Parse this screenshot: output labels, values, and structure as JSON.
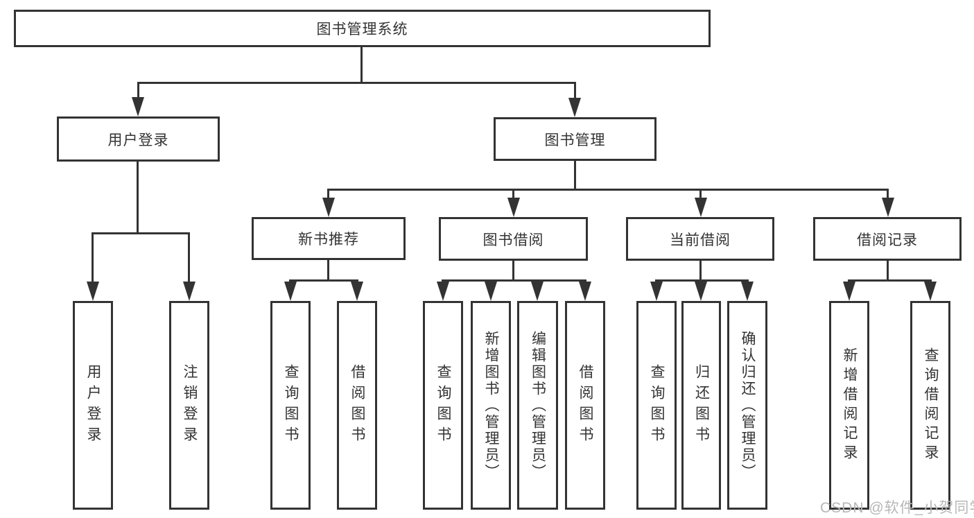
{
  "diagram": {
    "type": "hierarchy",
    "tree": {
      "label": "图书管理系统",
      "children": [
        {
          "label": "用户登录",
          "children": [
            {
              "label": "用户登录"
            },
            {
              "label": "注销登录"
            }
          ]
        },
        {
          "label": "图书管理",
          "children": [
            {
              "label": "新书推荐",
              "children": [
                {
                  "label": "查询图书"
                },
                {
                  "label": "借阅图书"
                }
              ]
            },
            {
              "label": "图书借阅",
              "children": [
                {
                  "label": "查询图书"
                },
                {
                  "label": "新增图书（管理员）"
                },
                {
                  "label": "编辑图书（管理员）"
                },
                {
                  "label": "借阅图书"
                }
              ]
            },
            {
              "label": "当前借阅",
              "children": [
                {
                  "label": "查询图书"
                },
                {
                  "label": "归还图书"
                },
                {
                  "label": "确认归还（管理员）"
                }
              ]
            },
            {
              "label": "借阅记录",
              "children": [
                {
                  "label": "新增借阅记录"
                },
                {
                  "label": "查询借阅记录"
                }
              ]
            }
          ]
        }
      ]
    }
  },
  "watermark": {
    "text": "CSDN @软件_小贺同学",
    "color": "#b7b7b7"
  },
  "colors": {
    "line": "#333333",
    "box_border": "#333333",
    "text": "#333333",
    "background": "#ffffff"
  }
}
